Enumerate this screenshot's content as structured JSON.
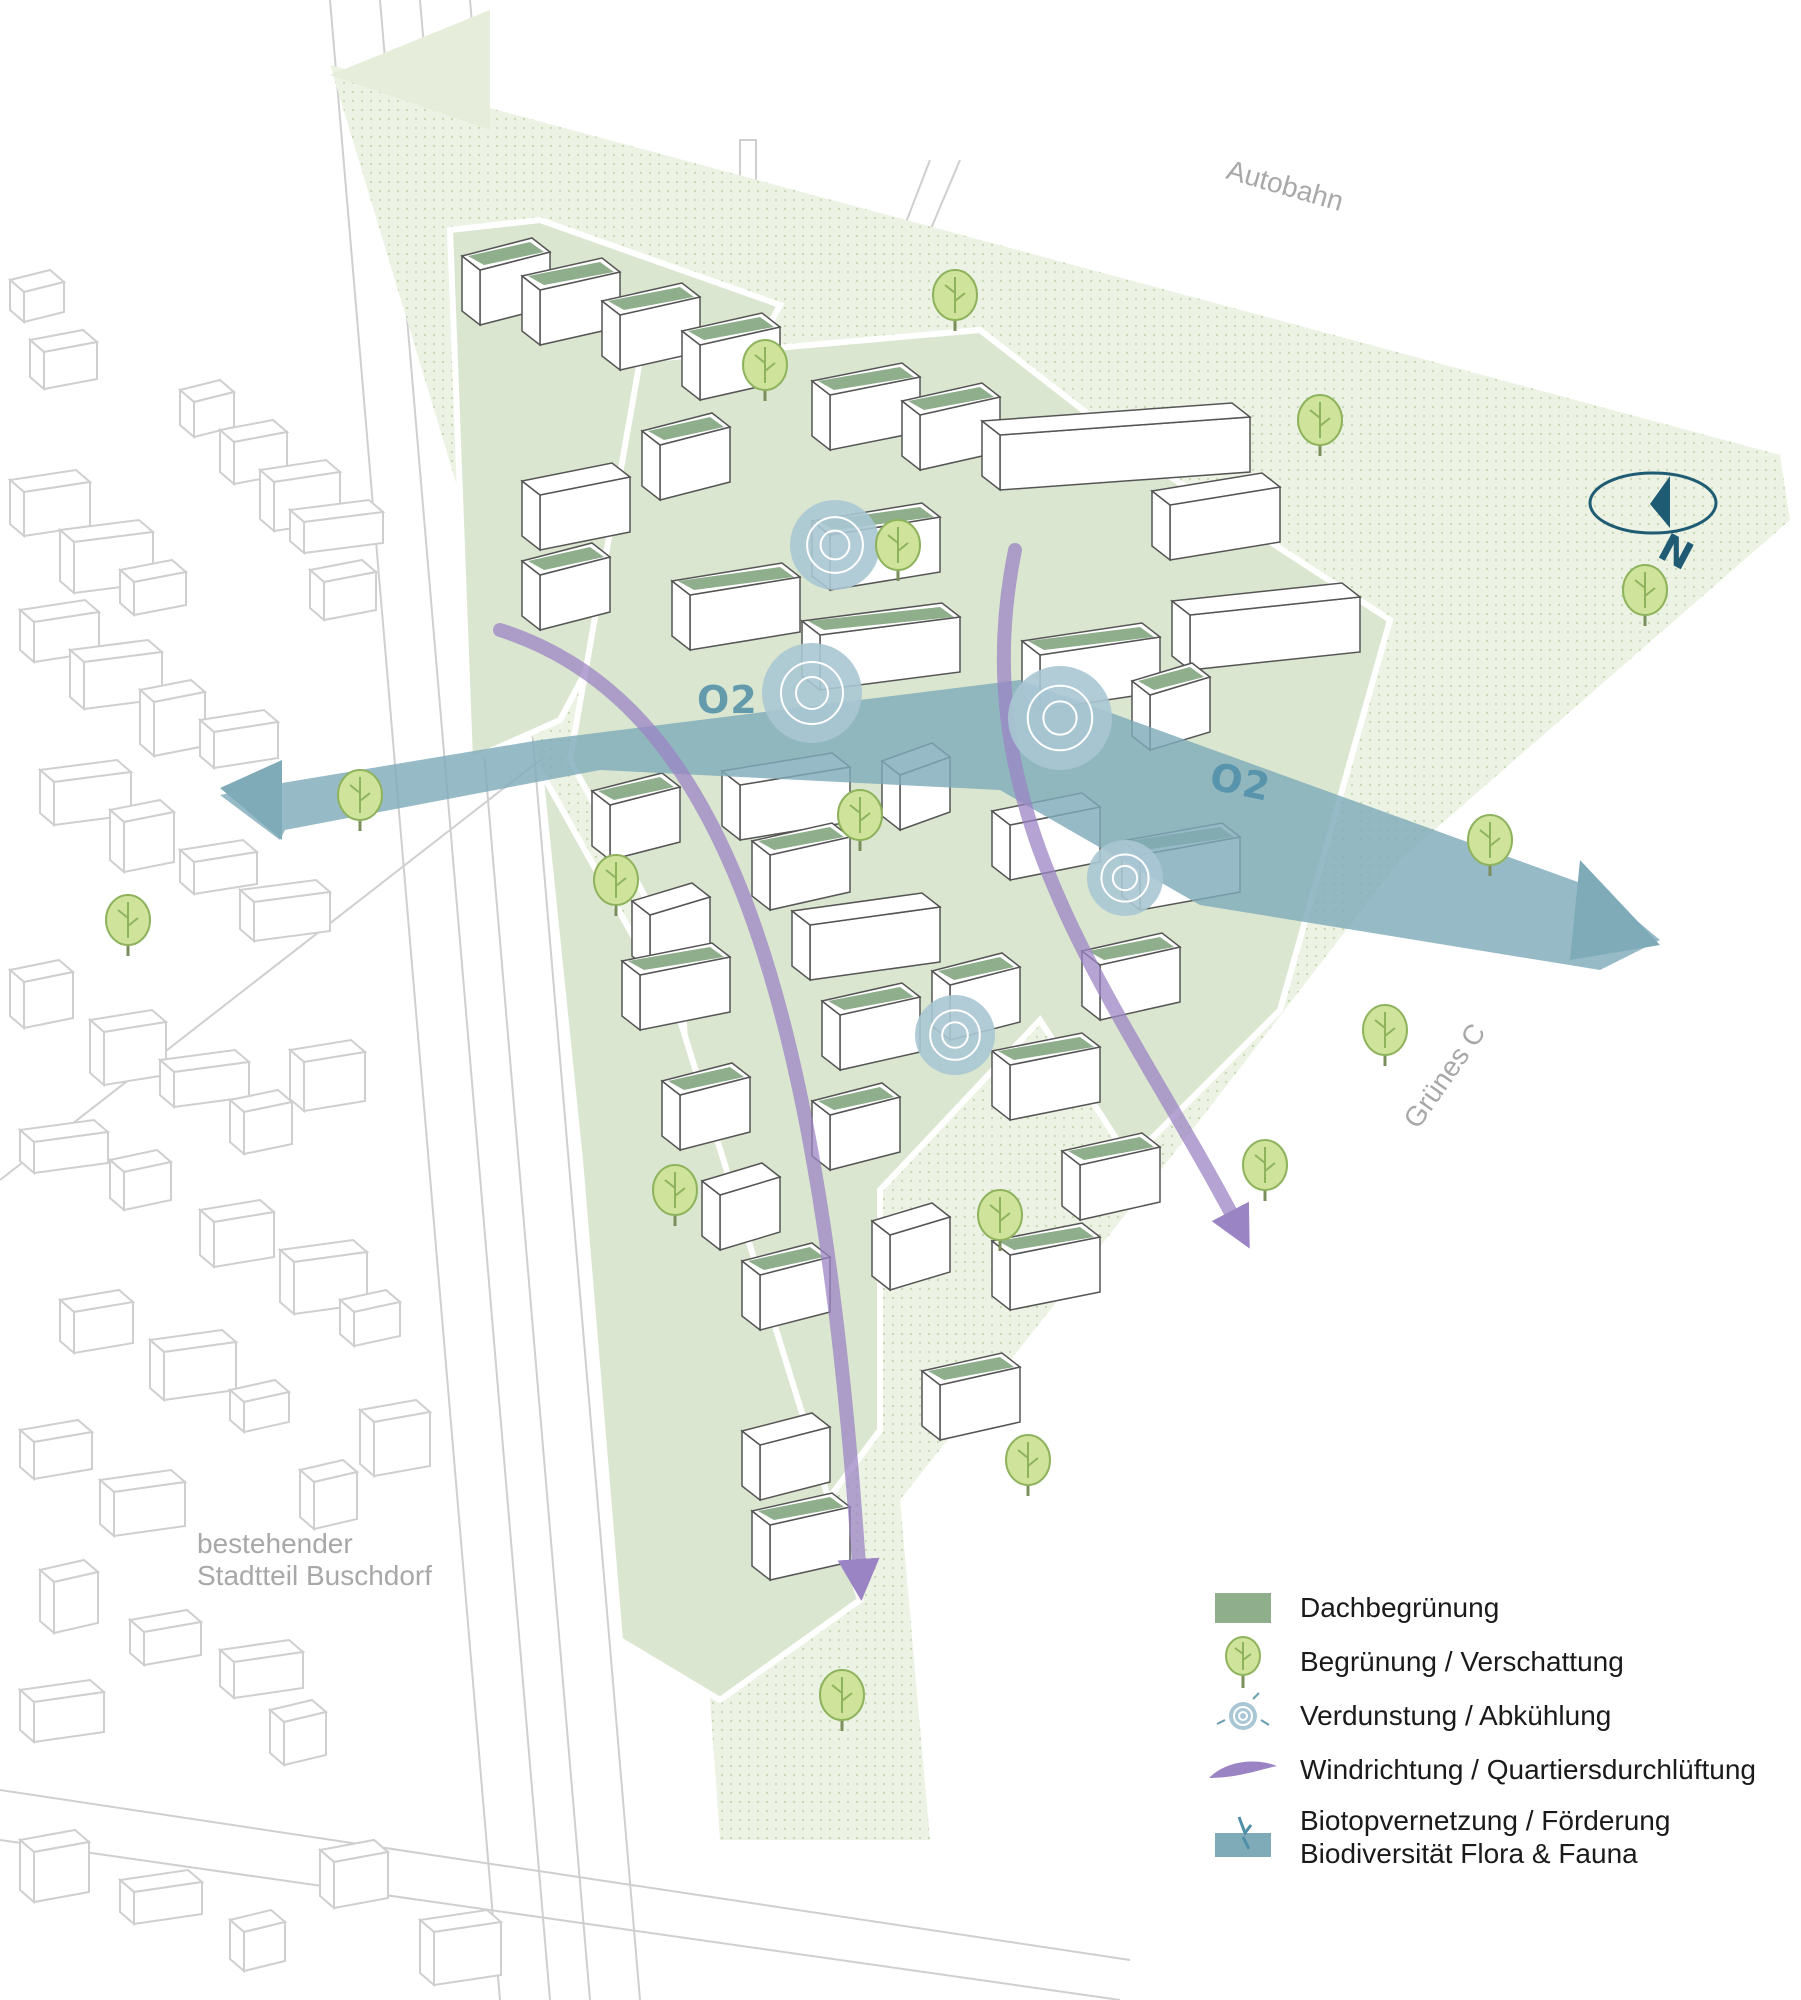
{
  "map": {
    "labels": {
      "autobahn": "Autobahn",
      "gruenes_c": "Grünes C",
      "district_line1": "bestehender",
      "district_line2": "Stadtteil Buschdorf",
      "o2_left": "O2",
      "o2_right": "O2",
      "north": "N"
    },
    "legend": [
      {
        "icon": "roof-green-swatch",
        "lines": [
          "Dachbegrünung"
        ]
      },
      {
        "icon": "tree-icon",
        "lines": [
          "Begrünung / Verschattung"
        ]
      },
      {
        "icon": "evaporation-rings-icon",
        "lines": [
          "Verdunstung / Abkühlung"
        ]
      },
      {
        "icon": "wind-stroke-icon",
        "lines": [
          "Windrichtung / Quartiersdurchlüftung"
        ]
      },
      {
        "icon": "biotope-band-icon",
        "lines": [
          "Biotopvernetzung / Förderung",
          "Biodiversität Flora & Fauna"
        ]
      }
    ],
    "colors": {
      "green_belt": "#e6eedb",
      "quarter_ground": "#dbe6d0",
      "roof_green": "#8fae8c",
      "tree_crown": "#cfe39b",
      "biotope_band": "#7fabb9",
      "wind": "#9b84c4",
      "rings": "#a8c6d3",
      "existing_lines": "#cfcfcf",
      "north_arrow": "#1f5c73"
    }
  }
}
